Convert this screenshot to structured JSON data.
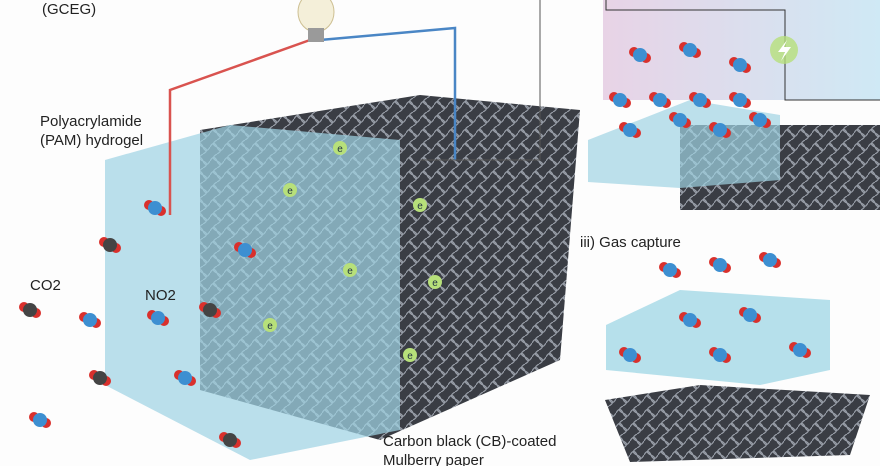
{
  "labels": {
    "device_abbrev": "(GCEG)",
    "hydrogel_line1": "Polyacrylamide",
    "hydrogel_line2": "(PAM) hydrogel",
    "co2": "CO2",
    "no2": "NO2",
    "gas_capture": "iii) Gas capture",
    "paper_line1": "Carbon black (CB)-coated",
    "paper_line2": "Mulberry paper",
    "electron": "e"
  },
  "colors": {
    "hydrogel": "#9fd3e3",
    "paper": "#3a3d44",
    "positive_wire": "#d9534f",
    "negative_wire": "#4a86c5",
    "oxygen": "#d9302c",
    "nitrogen": "#3d8fd1",
    "carbon": "#444444",
    "electron_badge": "#b7e07a",
    "panel_pink": "#e7d3e3",
    "panel_blue": "#cfe8f4"
  },
  "icons": [
    "light-bulb-icon",
    "lightning-energy-icon"
  ]
}
